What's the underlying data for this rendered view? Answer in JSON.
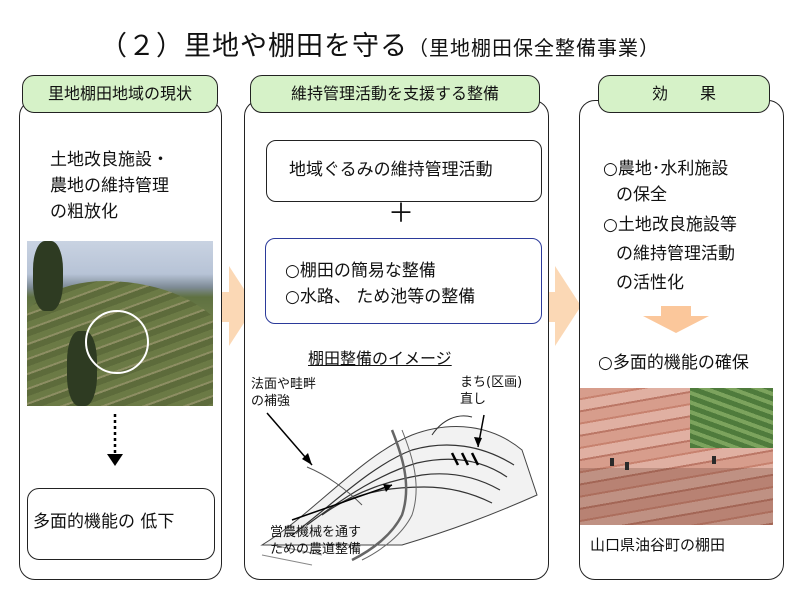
{
  "title": {
    "main": "（２）里地や棚田を守る",
    "sub": "（里地棚田保全整備事業）"
  },
  "left": {
    "header": "里地棚田地域の現状",
    "lines": [
      "土地改良施設・",
      "農地の維持管理",
      "の粗放化"
    ],
    "result": "多面的機能の 低下"
  },
  "middle": {
    "header": "維持管理活動を支援する整備",
    "box1": "地域ぐるみの維持管理活動",
    "plus": "＋",
    "box2_lines": [
      "○棚田の簡易な整備",
      "○水路、 ため池等の整備"
    ],
    "image_title": "棚田整備のイメージ",
    "label_left": [
      "法面や畦畔",
      "の補強"
    ],
    "label_right": [
      "まち(区画)",
      "直し"
    ],
    "label_bottom": [
      "営農機械を通す",
      "ための農道整備"
    ]
  },
  "right": {
    "header": "効　　果",
    "lines": [
      "○農地･水利施設",
      "の保全",
      "○土地改良施設等",
      "の維持管理活動",
      "の活性化"
    ],
    "result": "○多面的機能の確保",
    "caption": "山口県油谷町の棚田"
  },
  "colors": {
    "header_bg": "#d6f2c8",
    "arrow": "#fbd8b5",
    "box2_border": "#2b3a9a"
  }
}
